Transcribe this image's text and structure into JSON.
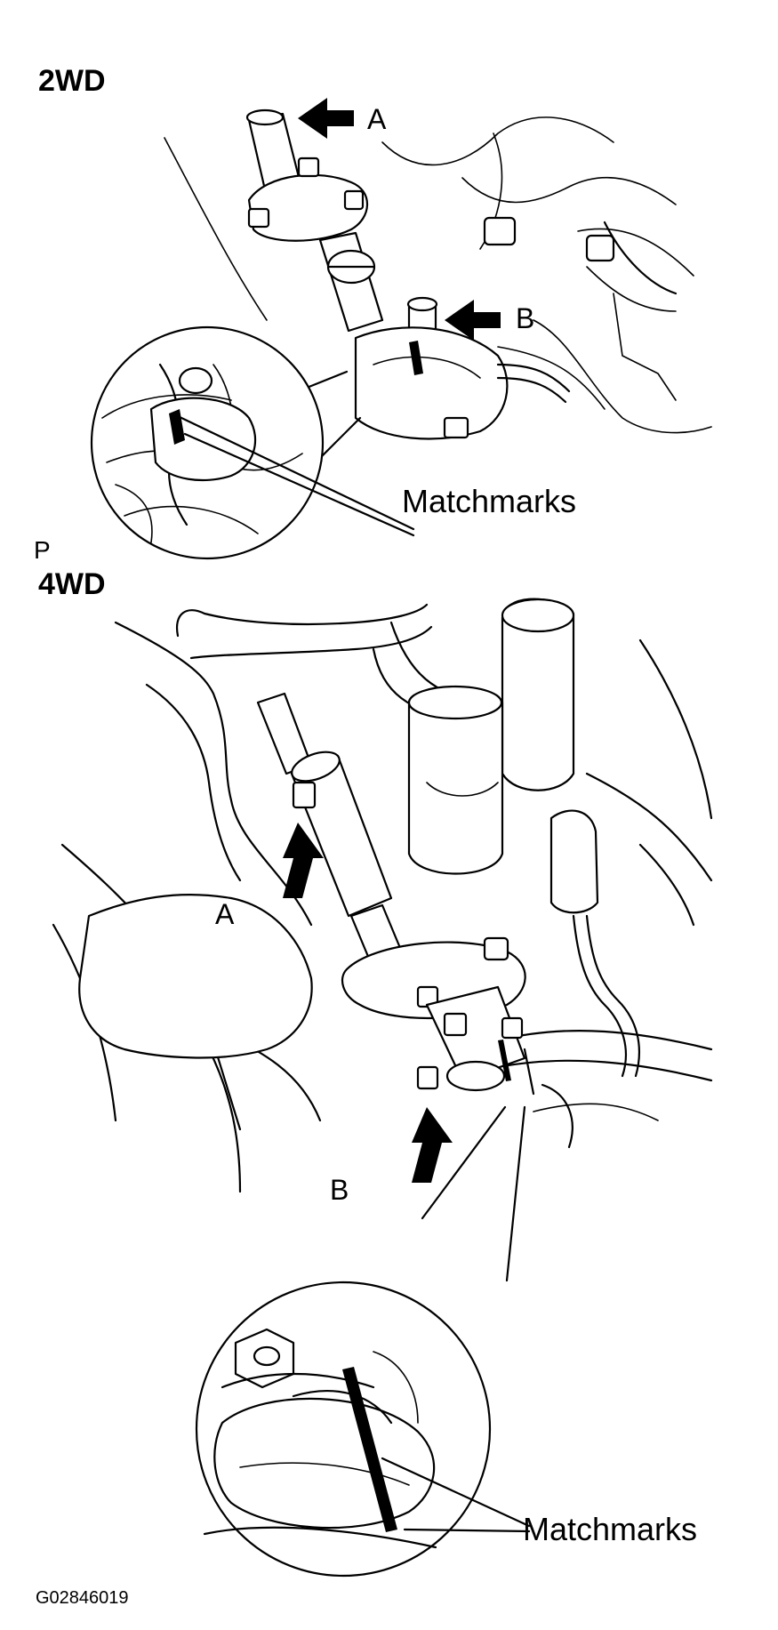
{
  "top_view": {
    "title": "2WD",
    "label_a": "A",
    "label_b": "B",
    "callout": "Matchmarks"
  },
  "bottom_view": {
    "title": "4WD",
    "prefix_mark": "P",
    "label_a": "A",
    "label_b": "B",
    "callout": "Matchmarks"
  },
  "figure_code": "G02846019"
}
